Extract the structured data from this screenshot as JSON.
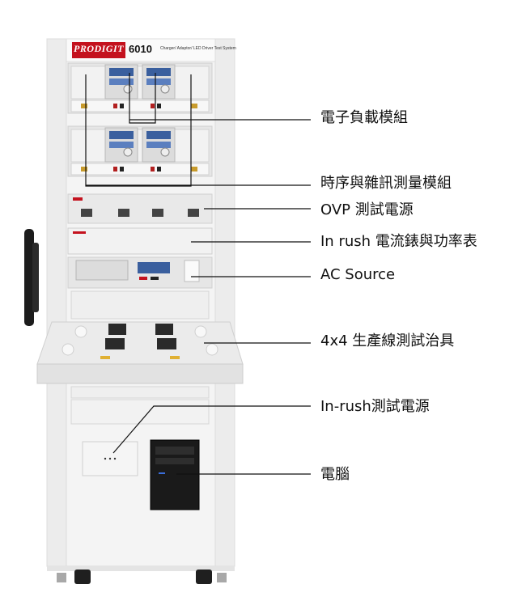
{
  "header": {
    "brand": "PRODIGIT",
    "model": "6010",
    "description": "Charger/ Adaptor/ LED Driver Test System"
  },
  "callouts": [
    {
      "id": "electronic-load-module",
      "label": "電子負載模組"
    },
    {
      "id": "timing-noise-module",
      "label": "時序與雜訊測量模組"
    },
    {
      "id": "ovp-power",
      "label": "OVP 測試電源"
    },
    {
      "id": "inrush-meter",
      "label": "In rush 電流錶與功率表"
    },
    {
      "id": "ac-source",
      "label": "AC Source"
    },
    {
      "id": "test-fixture",
      "label": "4x4 生產線測試治具"
    },
    {
      "id": "inrush-power",
      "label": "In-rush測試電源"
    },
    {
      "id": "computer",
      "label": "電腦"
    }
  ],
  "colors": {
    "cabinet": "#f4f4f4",
    "frame": "#dedede",
    "panel": "#ededed",
    "lcd": "#3a5f9e",
    "brand_red": "#c4121e",
    "line": "#111111"
  }
}
